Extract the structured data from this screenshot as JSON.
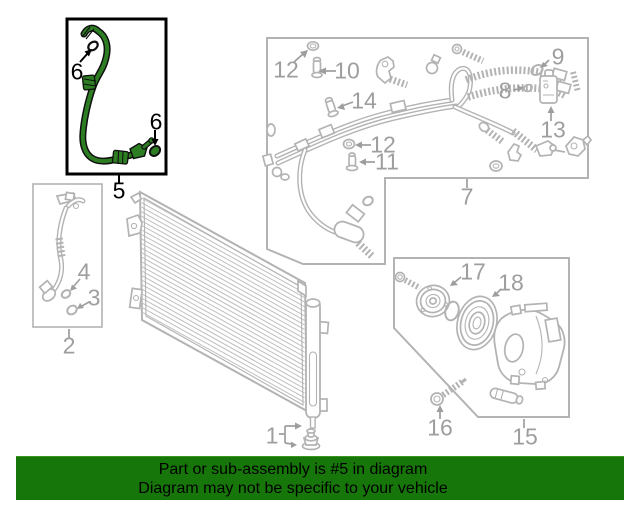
{
  "banner": {
    "line1": "Part or sub-assembly is #5 in diagram",
    "line2": "Diagram may not be specific to your vehicle",
    "background_color": "#177609",
    "text_color": "#000000"
  },
  "diagram": {
    "colors": {
      "line": "#b3b3b3",
      "label": "#9e9e9e",
      "highlight": "#2d7d23",
      "highlight_label": "#000000",
      "highlight_box_border": "#000000"
    },
    "callouts": [
      {
        "label": "1",
        "highlighted": false
      },
      {
        "label": "2",
        "highlighted": false
      },
      {
        "label": "3",
        "highlighted": false
      },
      {
        "label": "4",
        "highlighted": false
      },
      {
        "label": "5",
        "highlighted": true
      },
      {
        "label": "6",
        "highlighted": true
      },
      {
        "label": "6",
        "highlighted": true
      },
      {
        "label": "7",
        "highlighted": false
      },
      {
        "label": "8",
        "highlighted": false
      },
      {
        "label": "9",
        "highlighted": false
      },
      {
        "label": "10",
        "highlighted": false
      },
      {
        "label": "11",
        "highlighted": false
      },
      {
        "label": "12",
        "highlighted": false
      },
      {
        "label": "12",
        "highlighted": false
      },
      {
        "label": "13",
        "highlighted": false
      },
      {
        "label": "14",
        "highlighted": false
      },
      {
        "label": "15",
        "highlighted": false
      },
      {
        "label": "16",
        "highlighted": false
      },
      {
        "label": "17",
        "highlighted": false
      },
      {
        "label": "18",
        "highlighted": false
      }
    ]
  }
}
